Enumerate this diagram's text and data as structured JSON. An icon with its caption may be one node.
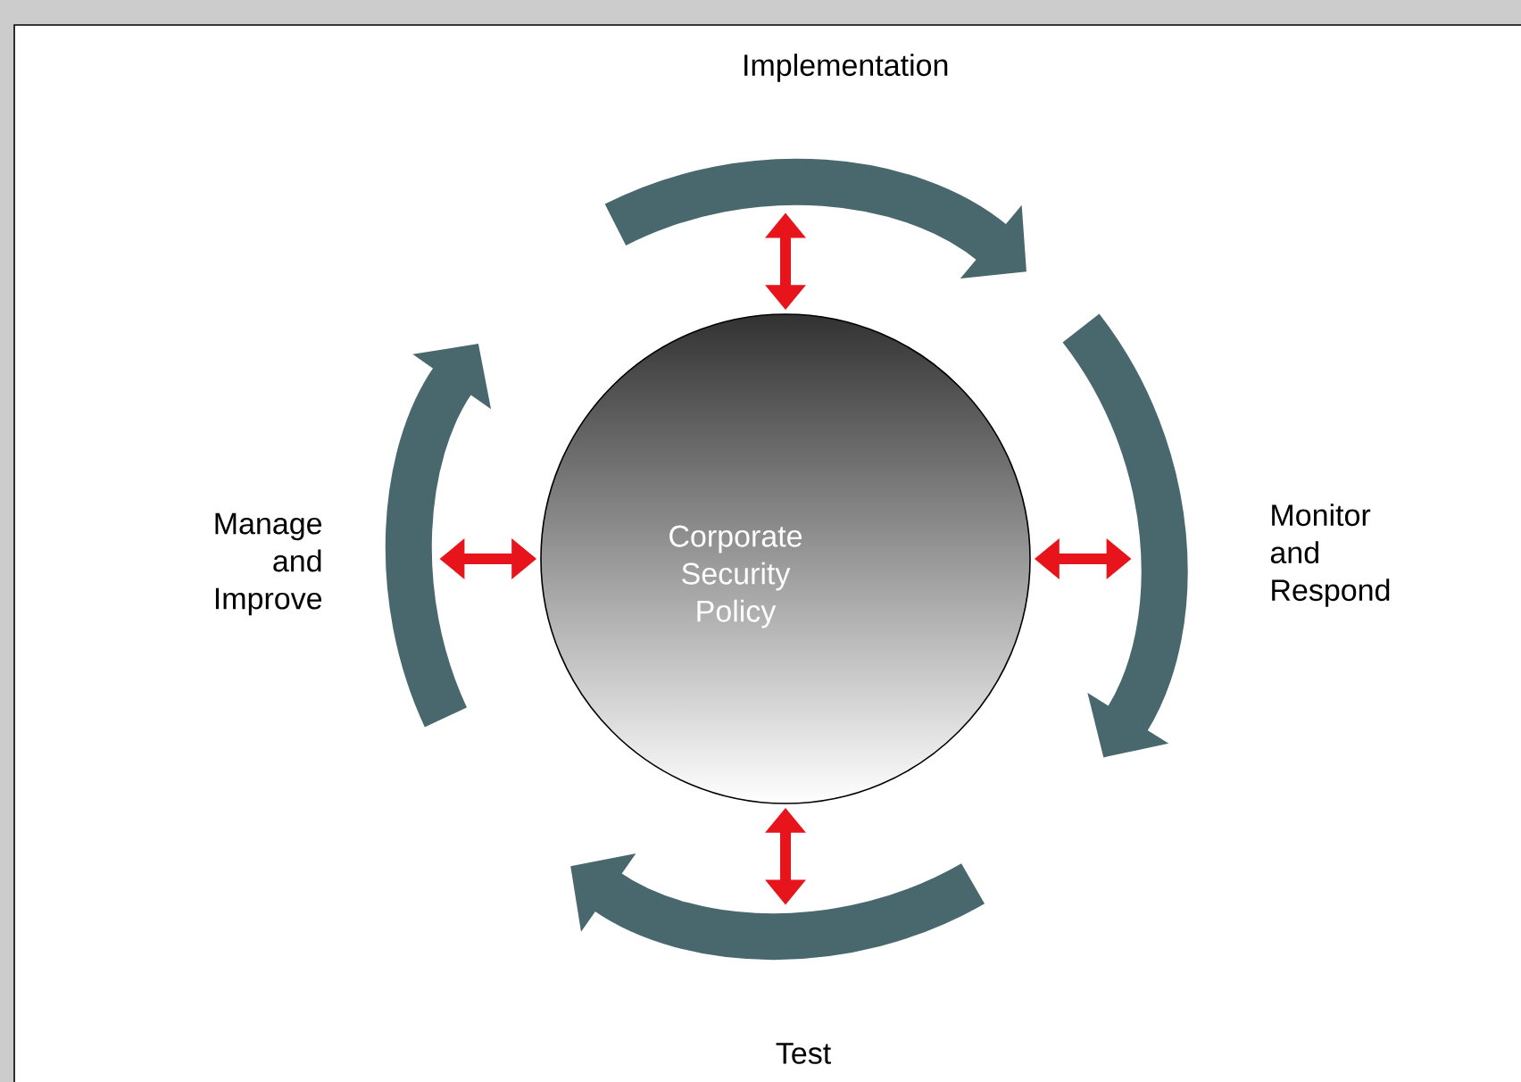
{
  "diagram": {
    "nodes": [
      {
        "text": [
          "Corporate Security Policy"
        ]
      },
      {
        "text": [],
        "shape": "arc",
        "beside": [
          "Implementation"
        ]
      },
      {
        "text": [],
        "shape": "arc",
        "beside": [
          "Monitor and Respond"
        ]
      },
      {
        "text": [],
        "shape": "arc",
        "beside": [
          "Test"
        ]
      },
      {
        "text": [],
        "shape": "arc",
        "beside": [
          "Manage and Improve"
        ]
      }
    ],
    "edges": [
      {
        "from": 0,
        "to": 1,
        "arrow": "both"
      },
      {
        "from": 0,
        "to": 2,
        "arrow": "both"
      },
      {
        "from": 0,
        "to": 3,
        "arrow": "both"
      },
      {
        "from": 0,
        "to": 4,
        "arrow": "both"
      }
    ]
  }
}
